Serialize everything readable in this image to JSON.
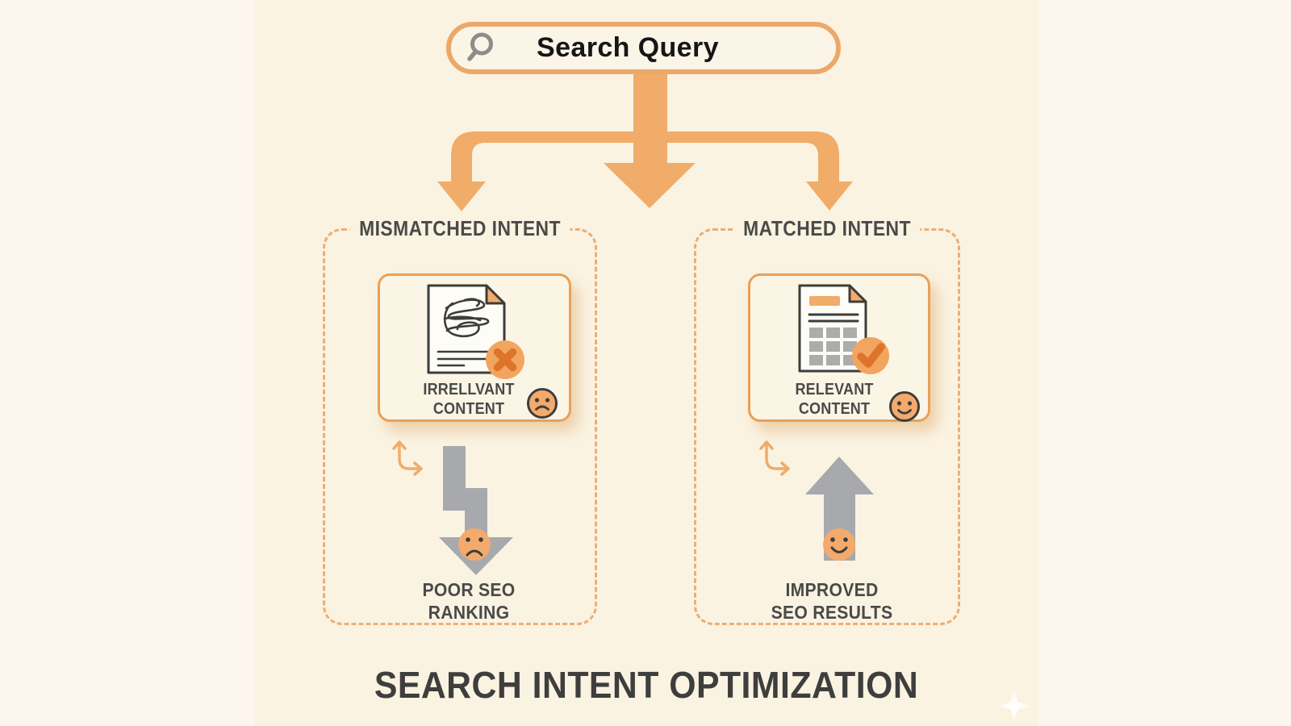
{
  "search": {
    "query_label": "Search Query"
  },
  "branches": {
    "left": {
      "title": "MISMATCHED INTENT",
      "card": {
        "line1": "IRRELLVANT",
        "line2": "CONTENT"
      },
      "outcome": {
        "line1": "POOR SEO",
        "line2": "RANKING"
      }
    },
    "right": {
      "title": "MATCHED INTENT",
      "card": {
        "line1": "RELEVANT",
        "line2": "CONTENT"
      },
      "outcome": {
        "line1": "IMPROVED",
        "line2": "SEO RESULTS"
      }
    }
  },
  "footer": {
    "title": "SEARCH INTENT OPTIMIZATION"
  },
  "icons": {
    "search": "magnifier-icon",
    "branch": "three-way-branch-arrow-icon",
    "left_document": "scribble-document-icon",
    "left_badge": "x-cross-badge-icon",
    "left_face": "sad-face-icon",
    "left_trend": "zigzag-down-arrow-icon",
    "right_document": "structured-document-icon",
    "right_badge": "checkmark-badge-icon",
    "right_face": "happy-face-icon",
    "right_trend": "up-arrow-icon",
    "redirect": "elbow-arrow-icon"
  },
  "colors": {
    "arrow_orange": "#F0AC68",
    "border_orange": "#E9A058",
    "dashed_orange": "#ECAE74",
    "badge_orange": "#F2A55F",
    "badge_glyph": "#DD742B",
    "face_orange": "#F3AA6C",
    "gray": "#A7A9AC",
    "dark": "#3D3D3B",
    "text_dark": "#4A4A48",
    "page_background": "#FAF3E2",
    "outer_background": "#FDF6EE",
    "card_background": "#FBF5E6",
    "paper": "#FDFCF7",
    "grid_gray": "#ACACAC",
    "magnifier_gray": "#8C8C8A"
  }
}
